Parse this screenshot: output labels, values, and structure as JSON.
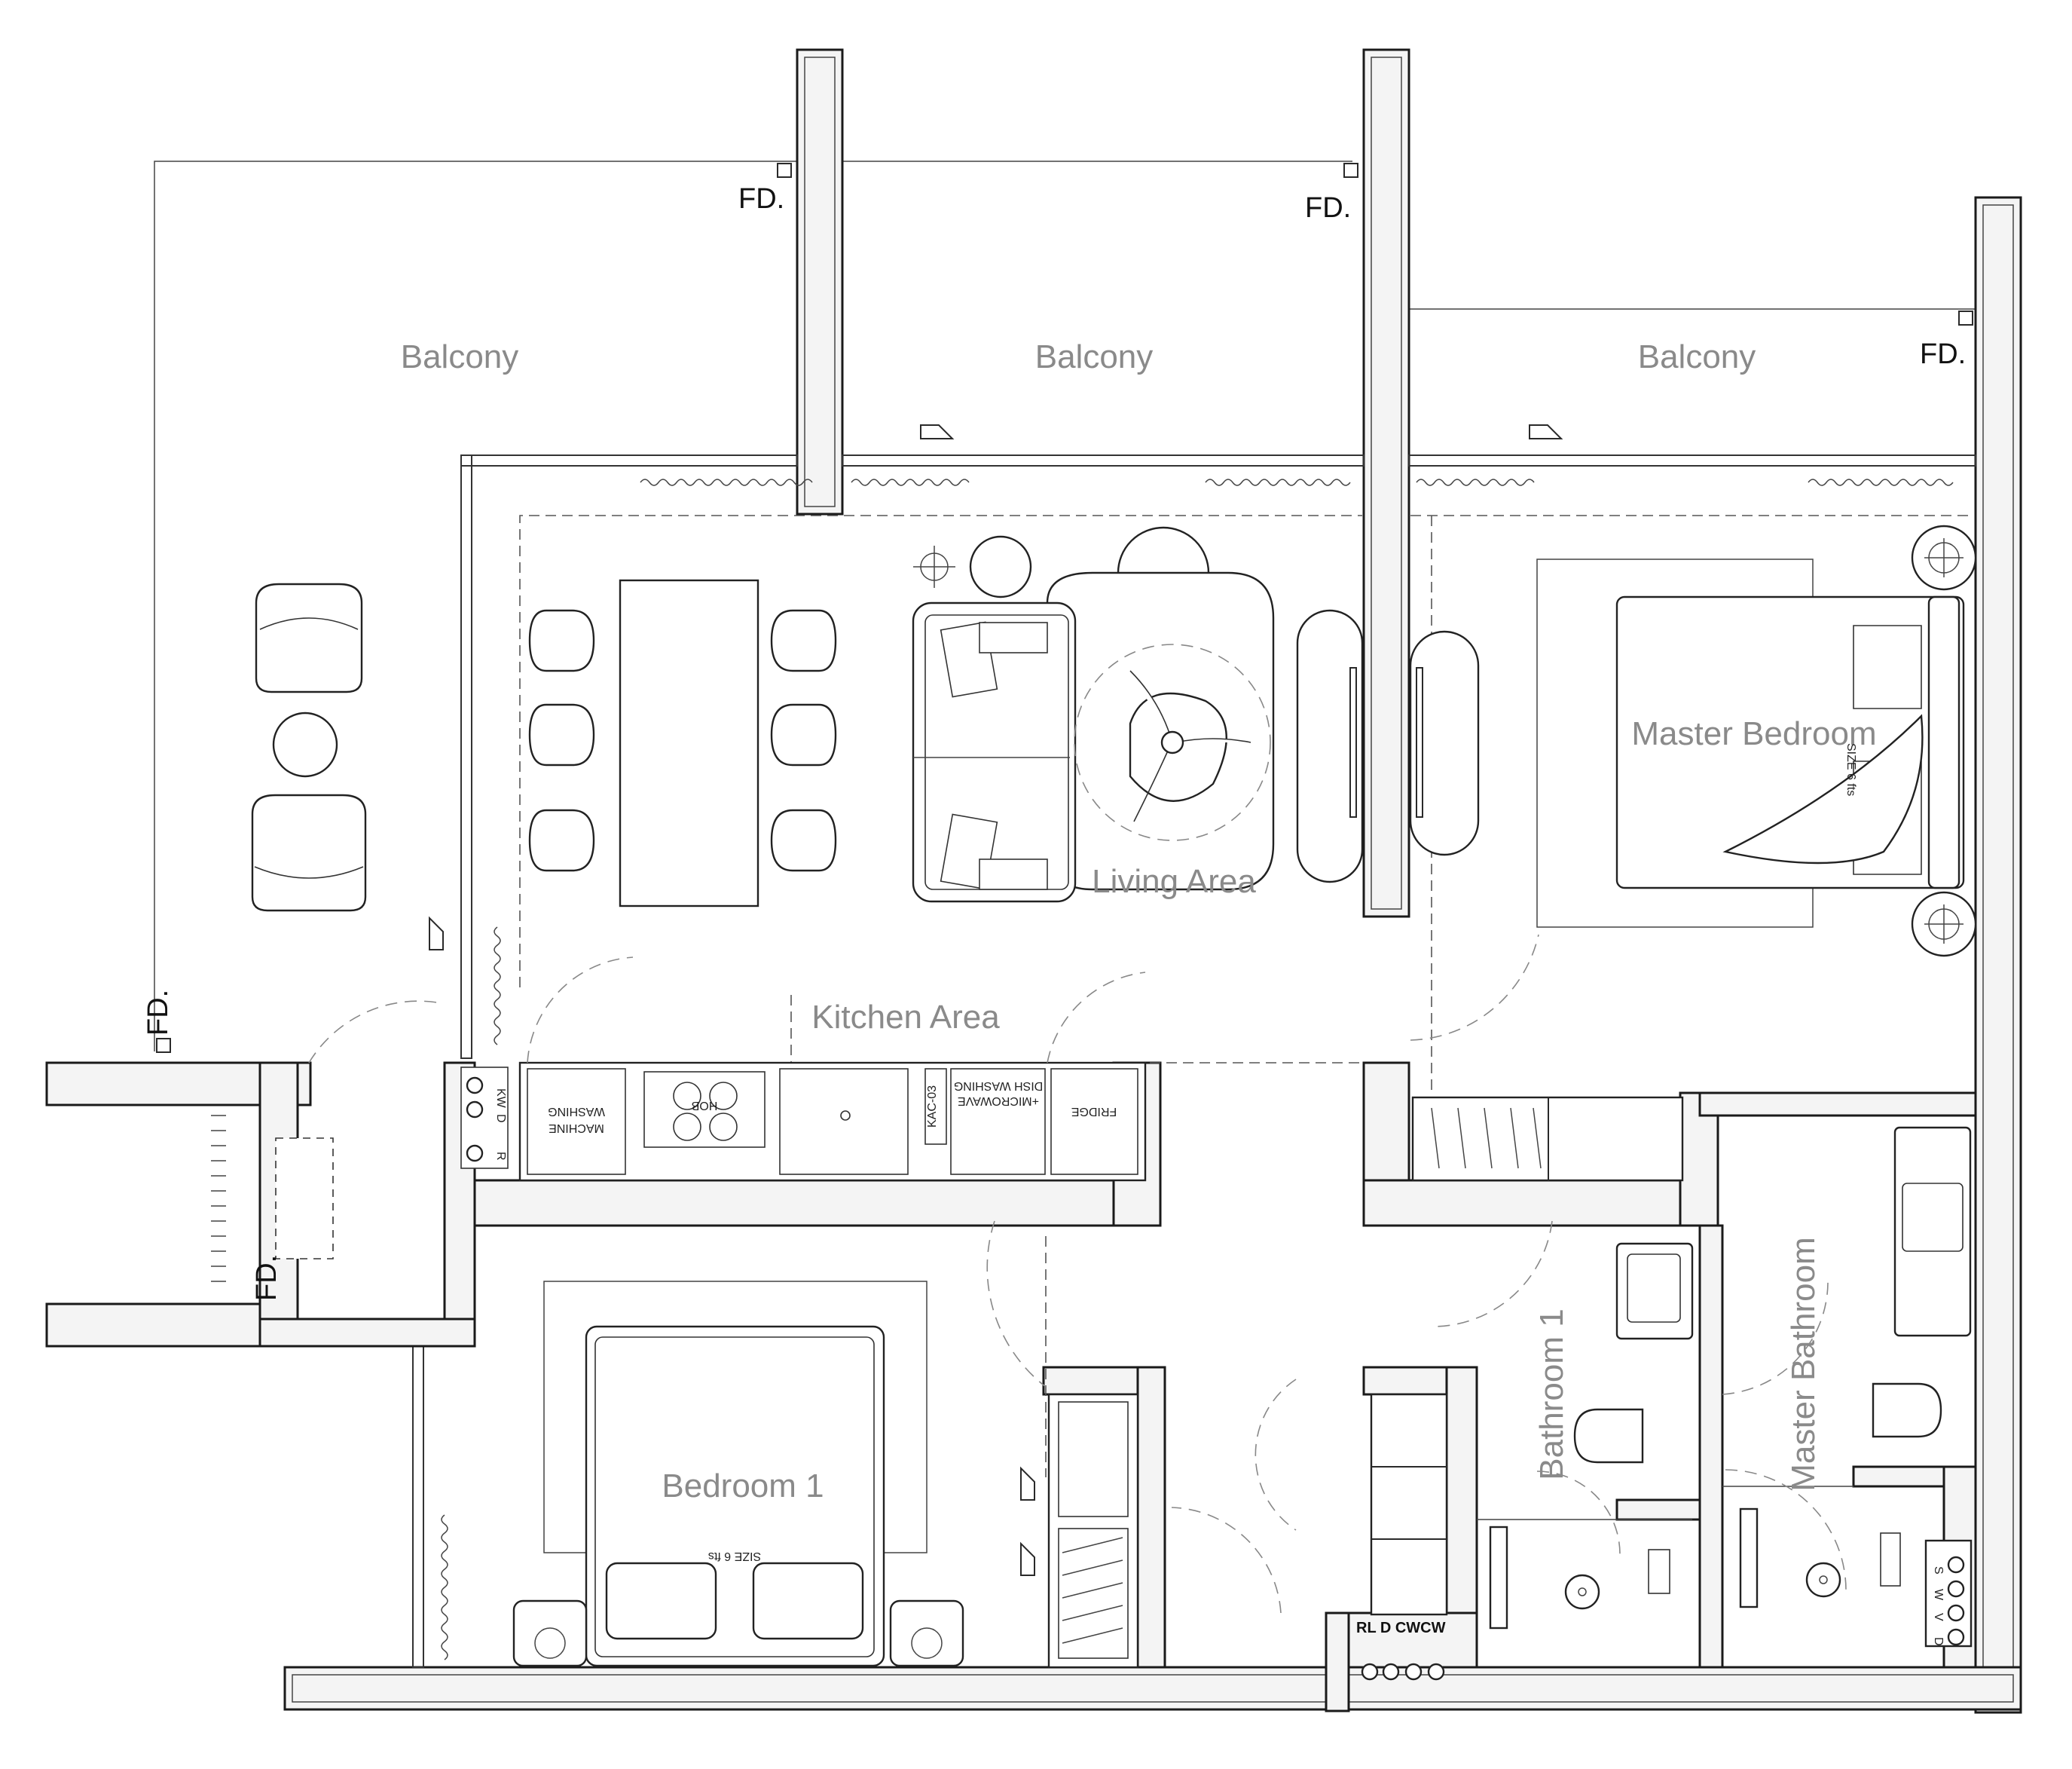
{
  "rooms": {
    "balcony_left": "Balcony",
    "balcony_mid": "Balcony",
    "balcony_right": "Balcony",
    "living": "Living Area",
    "kitchen": "Kitchen Area",
    "master": "Master Bedroom",
    "bedroom1": "Bedroom 1",
    "bathroom1": "Bathroom 1",
    "master_bath": "Master Bathroom"
  },
  "floor_drains": {
    "fd1": "FD.",
    "fd2": "FD.",
    "fd3": "FD.",
    "fd4": "FD.",
    "fd5": "FD."
  },
  "kitchen_units": {
    "washing_a": "WASHING",
    "washing_b": "MACHINE",
    "hob": "HOB",
    "kac": "KAC-03",
    "dish_a": "DISH WASHING",
    "dish_b": "+MICROWAVE",
    "fridge": "FRIDGE"
  },
  "utility_codes": {
    "kitchen_kw": "KW",
    "kitchen_d": "D",
    "kitchen_r": "R",
    "shaft_top": "RL  D  CWCW",
    "master_s": "S",
    "master_w": "W",
    "master_v": "V",
    "master_d": "D"
  },
  "bed_tags": {
    "master_size": "SIZE 6 fts",
    "bedroom1_size": "SIZE 6 fts"
  },
  "colors": {
    "wall_line": "#1a1a1a",
    "label_gray": "#8a8a8a",
    "background": "#ffffff"
  }
}
